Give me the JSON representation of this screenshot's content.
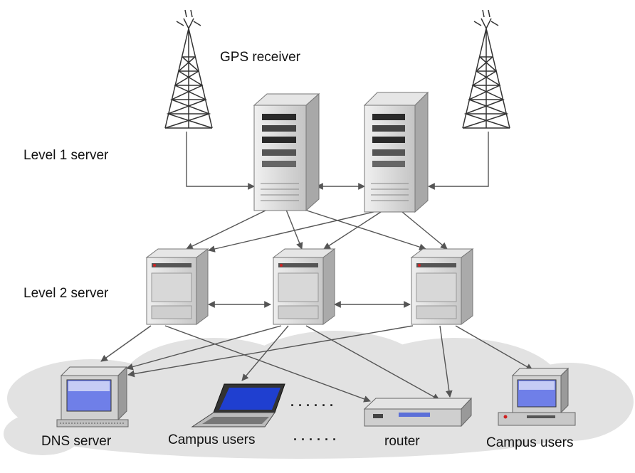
{
  "labels": {
    "gps_receiver": "GPS receiver",
    "level1": "Level 1 server",
    "level2": "Level 2 server",
    "dns_server": "DNS server",
    "campus_users_left": "Campus users",
    "router": "router",
    "campus_users_right": "Campus users"
  },
  "dots_upper": "· · ·   · · ·",
  "dots_lower": "· · ·   · · ·",
  "colors": {
    "line": "#555555",
    "cloud": "#e2e2e2",
    "tower": "#333333",
    "server_body": "#d8d8d8",
    "screen": "#1f3fd0"
  },
  "icons": [
    "antenna-tower-icon",
    "server-tower-icon",
    "server-box-icon",
    "desktop-computer-icon",
    "laptop-icon",
    "router-icon",
    "cloud-icon"
  ]
}
